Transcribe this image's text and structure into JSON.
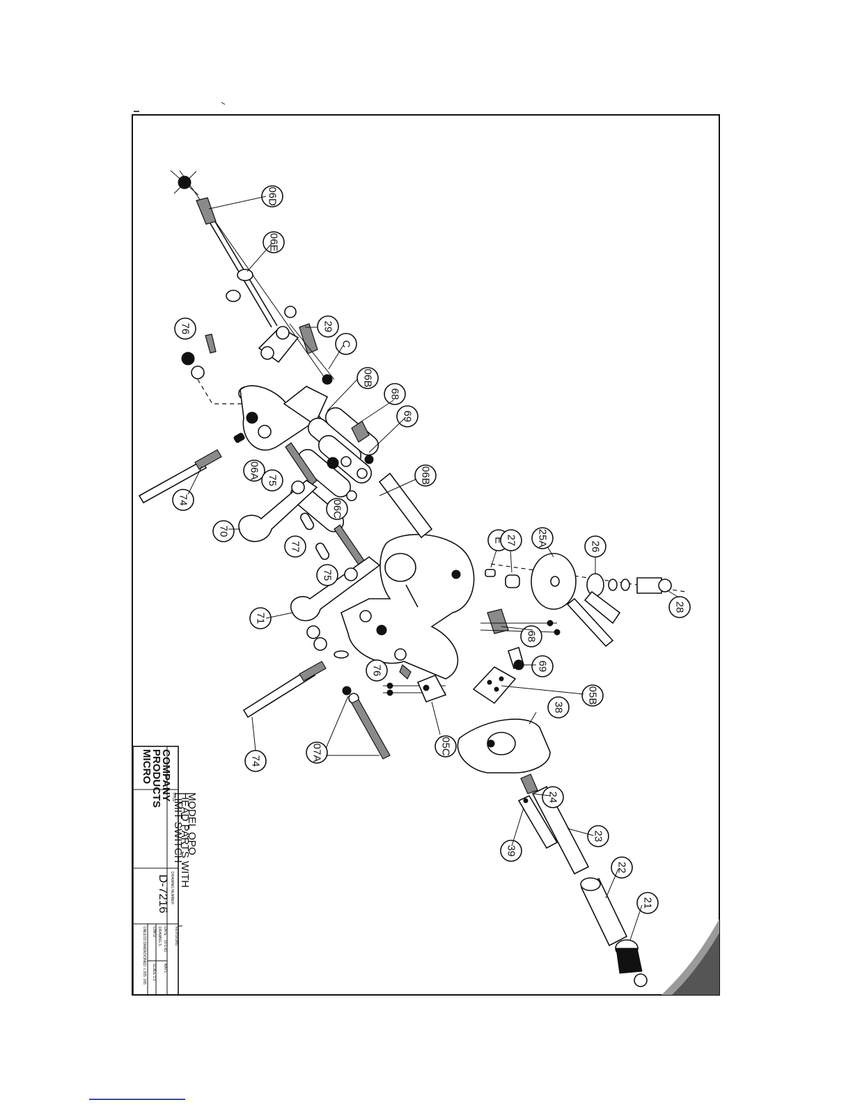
{
  "title_block": {
    "company": [
      "MICRO",
      "PRODUCTS",
      "COMPANY"
    ],
    "title_label": "TITLE",
    "title": [
      "MODEL QPO",
      "HEAD PARTS WITH",
      "LIMIT SWITCH"
    ],
    "drawing_number_label": "DRAWING NUMBER",
    "drawing_number": "D-7216",
    "revisions_label": "REVISIONS",
    "date_label": "DATE",
    "date_value": "10-1-81",
    "matl_label": "MAT'L",
    "drawn_label": "DRAWN",
    "drawn_value": "G.S.",
    "chkd_label": "CHK'D",
    "scale_label": "SCALE 1:1",
    "dims_note": "UNLESS DIMENSIONED: ±.005 .005"
  },
  "callouts": [
    "06D",
    "06E",
    "76",
    "29",
    "C",
    "06B",
    "68",
    "69",
    "06A",
    "75",
    "06B",
    "06C",
    "74",
    "70",
    "77",
    "75",
    "E",
    "27",
    "25A",
    "26",
    "28",
    "71",
    "68",
    "69",
    "76",
    "05B",
    "38",
    "74",
    "07A",
    "05C",
    "24",
    "23",
    "39",
    "22",
    "21"
  ],
  "icons": [
    "exploded-assembly-drawing",
    "title-block"
  ]
}
